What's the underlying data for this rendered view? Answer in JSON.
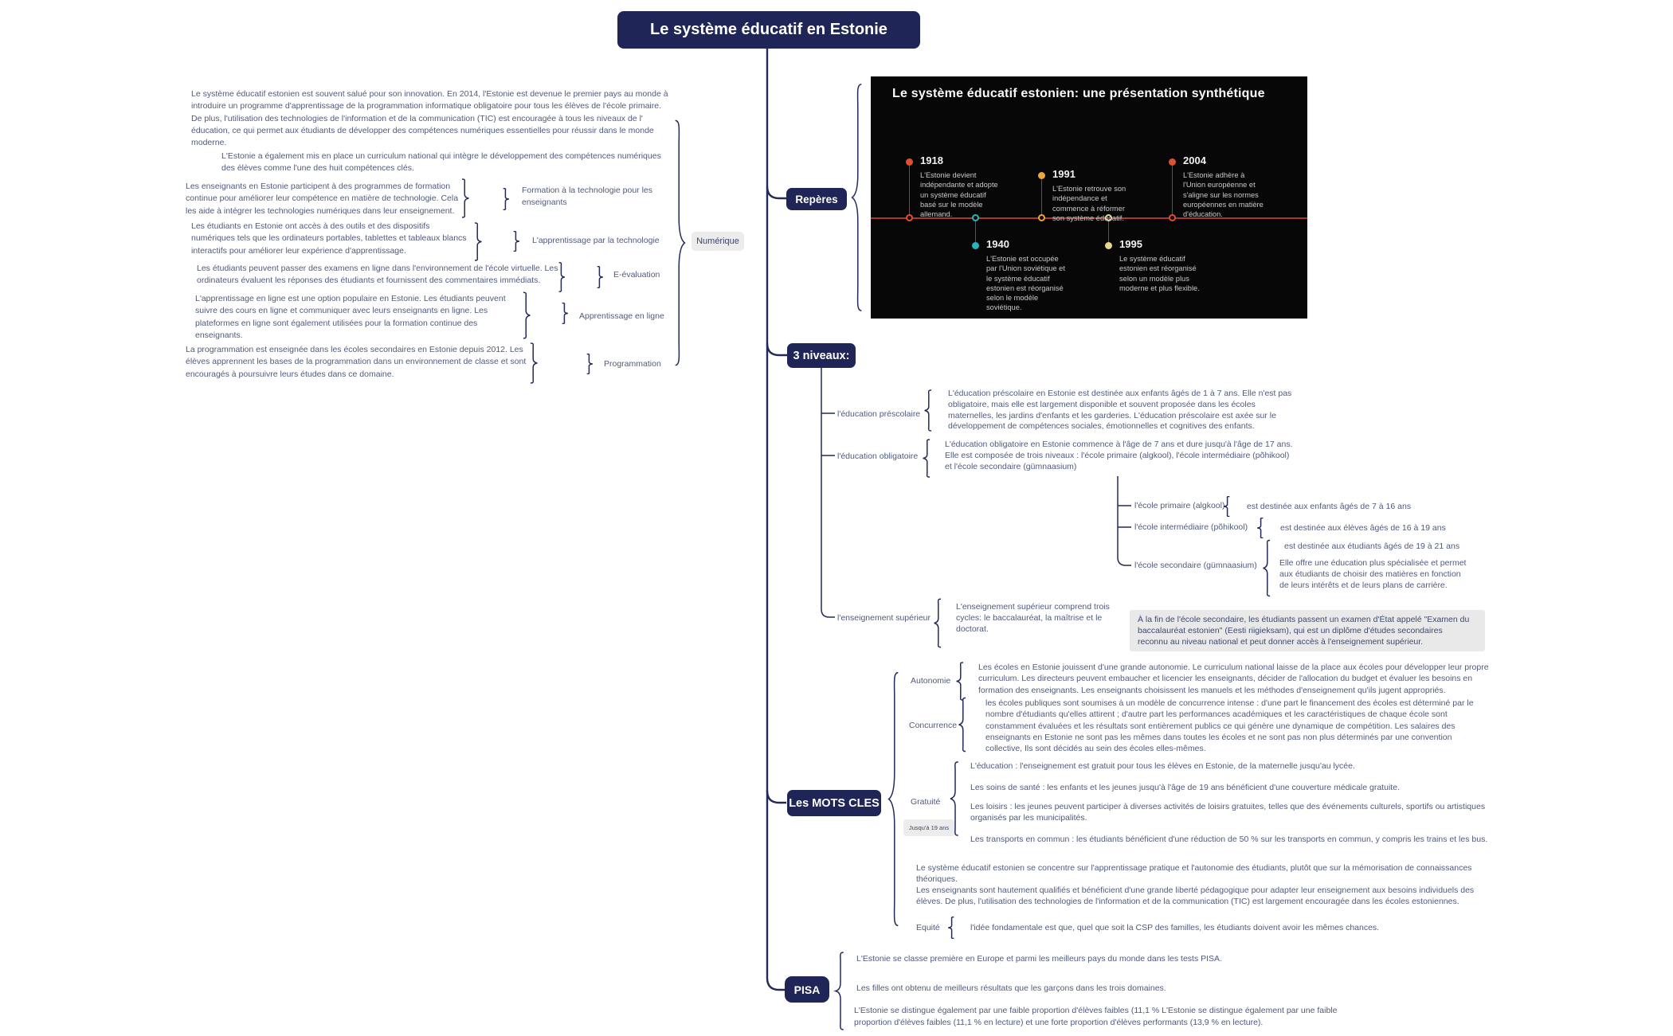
{
  "title": "Le système éducatif en Estonie",
  "colors": {
    "node_bg": "#1f2556",
    "accent_line": "#a8392a"
  },
  "numerique": {
    "group_label": "Numérique",
    "intro1": "Le système éducatif estonien est souvent salué pour son innovation. En 2014, l'Estonie est devenue le premier pays au monde à\nintroduire un programme d'apprentissage de la programmation informatique obligatoire pour tous les élèves de l'école primaire.\nDe plus, l'utilisation des technologies de l'information et de la communication (TIC) est encouragée à tous les niveaux de l'\néducation, ce qui permet aux étudiants de développer des compétences numériques essentielles pour réussir dans le monde\nmoderne.",
    "intro2": "L'Estonie a également mis en place un curriculum national qui intègre le développement des compétences numériques\ndes élèves comme l'une des huit compétences clés.",
    "items": [
      {
        "text": "Les enseignants en Estonie participent à des programmes de formation\ncontinue pour améliorer leur compétence en matière de technologie. Cela\nles aide à intégrer les technologies numériques dans leur enseignement.",
        "label": "Formation à la technologie pour les\nenseignants"
      },
      {
        "text": "Les étudiants en Estonie ont accès à des outils et des dispositifs\nnumériques tels que les ordinateurs portables, tablettes et tableaux blancs\ninteractifs pour améliorer leur expérience d'apprentissage.",
        "label": "L'apprentissage par la technologie"
      },
      {
        "text": "Les étudiants peuvent passer des examens en ligne dans l'environnement de l'école virtuelle. Les\nordinateurs évaluent les réponses des étudiants et fournissent des commentaires immédiats.",
        "label": "E-évaluation"
      },
      {
        "text": "L'apprentissage en ligne est une option populaire en Estonie. Les étudiants peuvent\nsuivre des cours en ligne et communiquer avec leurs enseignants en ligne. Les\nplateformes en ligne sont également utilisées pour la formation continue des\nenseignants.",
        "label": "Apprentissage en ligne"
      },
      {
        "text": "La programmation est enseignée dans les écoles secondaires en Estonie depuis 2012. Les\nélèves apprennent les bases de la programmation dans un environnement de classe et sont\nencouragés à poursuivre leurs études dans ce domaine.",
        "label": "Programmation"
      }
    ]
  },
  "reperes": {
    "node_label": "Repères",
    "board_title": "Le système éducatif estonien: une présentation synthétique",
    "events_above": [
      {
        "year": "1918",
        "color": "#e0502f",
        "text": "L'Estonie devient\nindépendante et adopte\nun système éducatif\nbasé sur le modèle\nallemand."
      },
      {
        "year": "1991",
        "color": "#eda63a",
        "text": "L'Estonie retrouve son\nindépendance et\ncommence à réformer\nson système éducatif."
      },
      {
        "year": "2004",
        "color": "#e0502f",
        "text": "L'Estonie adhère à\nl'Union européenne et\ns'aligne sur les normes\neuropéennes en matière\nd'éducation."
      }
    ],
    "events_below": [
      {
        "year": "1940",
        "color": "#2ab3bd",
        "text": "L'Estonie est occupée\npar l'Union soviétique et\nle système éducatif\nestonien est réorganisé\nselon le modèle\nsoviétique."
      },
      {
        "year": "1995",
        "color": "#e9d68d",
        "text": "Le système éducatif\nestonien est réorganisé\nselon un modèle plus\nmoderne et plus flexible."
      }
    ]
  },
  "niveaux": {
    "node_label": "3 niveaux:",
    "prescolaire": {
      "label": "l'éducation préscolaire",
      "text": "L'éducation préscolaire en Estonie est destinée aux enfants âgés de 1 à 7 ans. Elle n'est pas\nobligatoire, mais elle est largement disponible et souvent proposée dans les écoles\nmaternelles, les jardins d'enfants et les garderies. L'éducation préscolaire est axée sur le\ndéveloppement de compétences sociales, émotionnelles et cognitives des enfants."
    },
    "obligatoire": {
      "label": "l'éducation obligatoire",
      "text": "L'éducation obligatoire en Estonie commence à l'âge de 7 ans et dure jusqu'à l'âge de 17 ans.\nElle est composée de trois niveaux : l'école primaire (algkool), l'école intermédiaire (põhikool)\net l'école secondaire (gümnaasium)"
    },
    "superieur": {
      "label": "l'enseignement supérieur",
      "text": "L'enseignement supérieur comprend trois\ncycles: le baccalauréat, la maîtrise et le\ndoctorat."
    },
    "ecoles": [
      {
        "label": "l'école primaire (algkool)",
        "text": "est destinée aux enfants âgés de 7 à 16 ans"
      },
      {
        "label": "l'école intermédiaire (põhikool)",
        "text": "est destinée aux élèves âgés de 16 à 19 ans"
      },
      {
        "label": "l'école secondaire (gümnaasium)",
        "text": "est destinée aux étudiants âgés de 19 à 21 ans",
        "text2": "Elle offre une éducation plus spécialisée et permet\naux étudiants de choisir des matières en fonction\nde leurs intérêts et de leurs plans de carrière."
      }
    ],
    "examen_note": " À la fin de l'école secondaire, les étudiants passent un examen d'État appelé \"Examen du\nbaccalauréat estonien\" (Eesti riigieksam), qui est un diplôme d'études secondaires\nreconnu au niveau national et peut donner accès à l'enseignement supérieur."
  },
  "mots_cles": {
    "node_label": "Les MOTS CLES",
    "autonomie": {
      "label": "Autonomie",
      "text": "Les écoles en Estonie jouissent d'une grande autonomie. Le curriculum national laisse de la place aux écoles pour développer leur propre\ncurriculum. Les directeurs peuvent embaucher et licencier les enseignants, décider de l'allocation du budget et évaluer les besoins en\nformation des enseignants. Les enseignants choisissent les manuels et les méthodes d'enseignement qu'ils jugent appropriés."
    },
    "concurrence": {
      "label": "Concurrence",
      "text": "les écoles publiques sont soumises à un modèle de concurrence intense : d'une part le financement des écoles est déterminé par le\nnombre d'étudiants qu'elles attirent ; d'autre part les performances académiques et les caractéristiques de chaque école sont\nconstamment évaluées et les résultats sont entièrement publics ce qui génère une dynamique de compétition. Les salaires des\nenseignants en Estonie ne sont pas les mêmes dans toutes les écoles et ne sont pas non plus déterminés par une convention\ncollective, Ils sont décidés au sein des écoles elles-mêmes."
    },
    "gratuite": {
      "label": "Gratuité",
      "badge": "Jusqu'à 19 ans",
      "items": [
        "L'éducation : l'enseignement est gratuit pour tous les élèves en Estonie, de la maternelle jusqu'au lycée.",
        "Les soins de santé : les enfants et les jeunes jusqu'à l'âge de 19 ans bénéficient d'une couverture médicale gratuite.",
        "Les loisirs : les jeunes peuvent participer à diverses activités de loisirs gratuites, telles que des événements culturels, sportifs ou artistiques\norganisés par les municipalités.",
        "Les transports en commun : les étudiants bénéficient d'une réduction de 50 % sur les transports en commun, y compris les trains et les bus."
      ]
    },
    "note1": "Le système éducatif estonien se concentre sur l'apprentissage pratique et l'autonomie des étudiants, plutôt que sur la mémorisation de connaissances\nthéoriques.",
    "note2": "Les enseignants sont hautement qualifiés et bénéficient d'une grande liberté pédagogique pour adapter leur enseignement aux besoins individuels des\nélèves. De plus, l'utilisation des technologies de l'information et de la communication (TIC) est largement encouragée dans les écoles estoniennes.",
    "equite": {
      "label": "Equité",
      "text": "l'idée fondamentale est que, quel que soit la CSP des familles, les étudiants doivent avoir les mêmes chances."
    }
  },
  "pisa": {
    "node_label": "PISA",
    "items": [
      "L'Estonie se classe première en Europe et parmi les meilleurs pays du monde dans les tests PISA.",
      "Les filles ont obtenu de meilleurs résultats que les garçons dans les trois domaines.",
      " L'Estonie se distingue également par une faible proportion d'élèves faibles (11,1 %  L'Estonie se distingue également par une faible\nproportion d'élèves faibles (11,1 % en lecture) et une forte proportion d'élèves performants (13,9 % en lecture)."
    ]
  }
}
